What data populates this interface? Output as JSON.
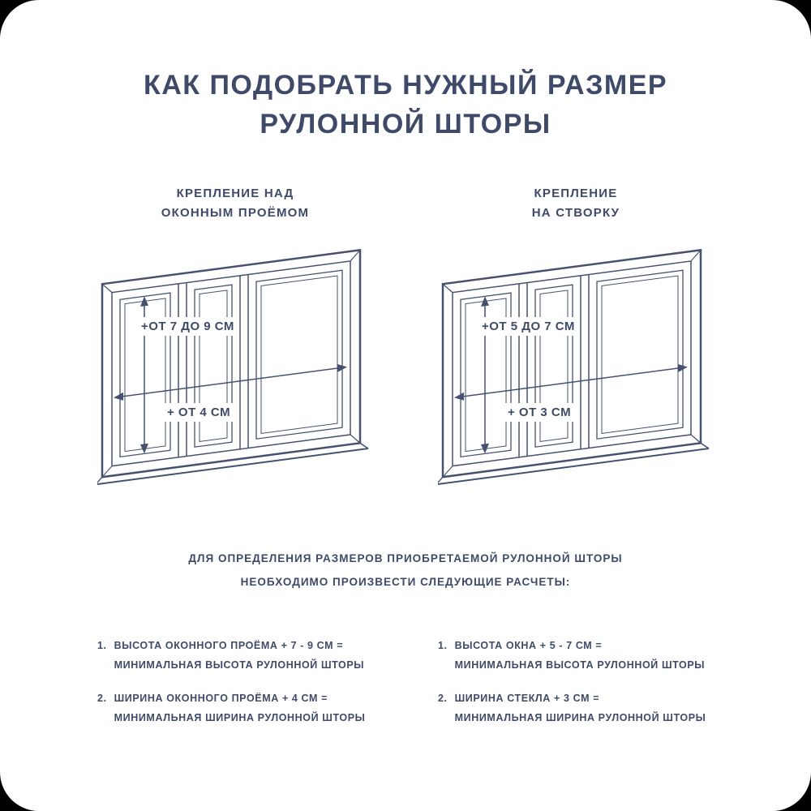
{
  "theme": {
    "background": "#000000",
    "card_background": "#ffffff",
    "text_color": "#3e4a68",
    "line_color": "#45516e"
  },
  "title": {
    "line1": "КАК ПОДОБРАТЬ НУЖНЫЙ РАЗМЕР",
    "line2": "РУЛОННОЙ ШТОРЫ"
  },
  "note": {
    "line1": "ДЛЯ ОПРЕДЕЛЕНИЯ РАЗМЕРОВ ПРИОБРЕТАЕМОЙ РУЛОННОЙ ШТОРЫ",
    "line2": "НЕОБХОДИМО ПРОИЗВЕСТИ СЛЕДУЮЩИЕ РАСЧЕТЫ:"
  },
  "columns": [
    {
      "heading_line1": "КРЕПЛЕНИЕ НАД",
      "heading_line2": "ОКОННЫМ ПРОЁМОМ",
      "vertical_label": "+ОТ 7 ДО 9 СМ",
      "horizontal_label": "+ ОТ 4 СМ",
      "calc_items": [
        {
          "num": "1.",
          "text": "ВЫСОТА ОКОННОГО ПРОЁМА + 7 - 9 СМ =\nМИНИМАЛЬНАЯ ВЫСОТА РУЛОННОЙ ШТОРЫ"
        },
        {
          "num": "2.",
          "text": "ШИРИНА ОКОННОГО ПРОЁМА + 4 СМ =\nМИНИМАЛЬНАЯ ШИРИНА РУЛОННОЙ ШТОРЫ"
        }
      ]
    },
    {
      "heading_line1": "КРЕПЛЕНИЕ",
      "heading_line2": "НА СТВОРКУ",
      "vertical_label": "+ОТ 5 ДО 7 СМ",
      "horizontal_label": "+ ОТ 3 СМ",
      "calc_items": [
        {
          "num": "1.",
          "text": "ВЫСОТА ОКНА + 5 - 7 СМ =\nМИНИМАЛЬНАЯ ВЫСОТА РУЛОННОЙ ШТОРЫ"
        },
        {
          "num": "2.",
          "text": "ШИРИНА СТЕКЛА + 3 СМ =\nМИНИМАЛЬНАЯ ШИРИНА РУЛОННОЙ ШТОРЫ"
        }
      ]
    }
  ]
}
